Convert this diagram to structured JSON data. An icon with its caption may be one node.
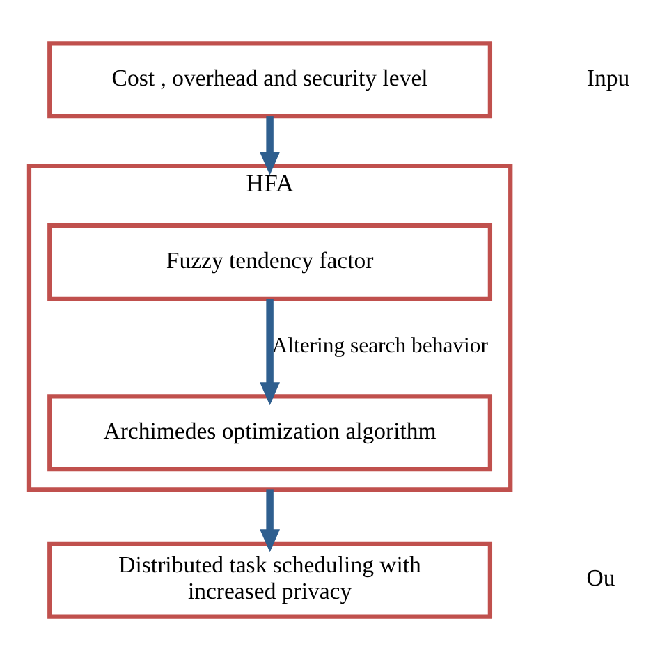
{
  "diagram": {
    "nodes": [
      {
        "text": [
          "Cost , overhead and security level"
        ],
        "beside": [
          "Inpu"
        ]
      },
      {
        "text": [
          "HFA"
        ]
      },
      {
        "text": [
          "Fuzzy tendency factor"
        ],
        "in": 1
      },
      {
        "text": [
          "Archimedes optimization algorithm"
        ],
        "in": 1
      },
      {
        "text": [
          "Distributed task scheduling with increased privacy"
        ],
        "beside": [
          "Ou"
        ]
      }
    ],
    "edges": [
      {
        "from": 0,
        "to": 1,
        "arrow": "to"
      },
      {
        "from": 2,
        "to": 3,
        "arrow": "to",
        "label": "Altering search behavior"
      },
      {
        "from": 1,
        "to": 4,
        "arrow": "to"
      }
    ]
  }
}
